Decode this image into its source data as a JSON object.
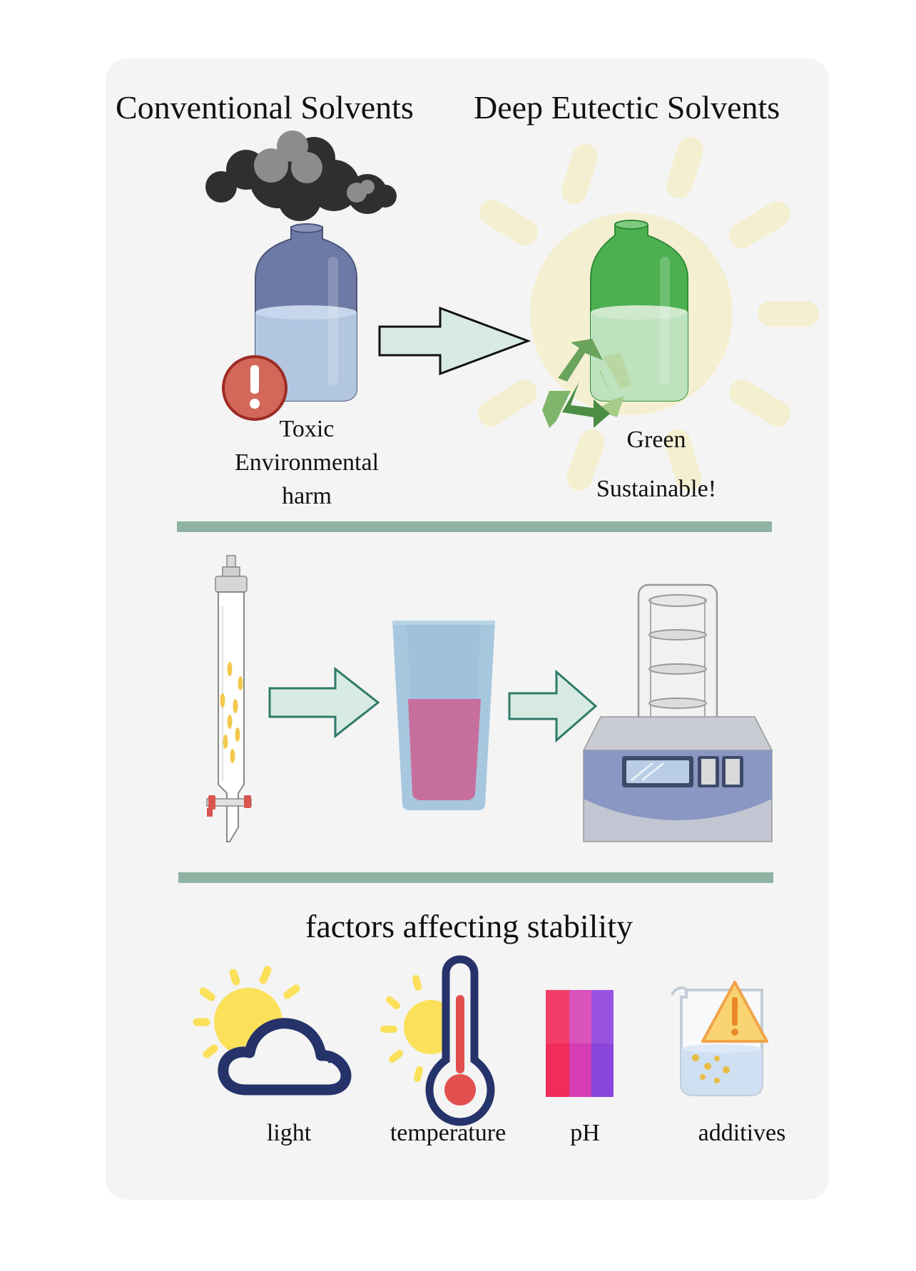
{
  "header": {
    "left_title": "Conventional Solvents",
    "right_title": "Deep Eutectic Solvents"
  },
  "conventional": {
    "labels": [
      "Toxic",
      "Environmental",
      "harm"
    ]
  },
  "des": {
    "labels": [
      "Green",
      "Sustainable!"
    ]
  },
  "stability": {
    "title": "factors affecting stability",
    "factors": [
      {
        "label": "light",
        "icon": "sun-cloud-icon"
      },
      {
        "label": "temperature",
        "icon": "thermometer-icon"
      },
      {
        "label": "pH",
        "icon": "ph-strip-icon"
      },
      {
        "label": "additives",
        "icon": "beaker-warning-icon"
      }
    ]
  },
  "colors": {
    "panel": "#f4f4f4",
    "divider": "#8fb3a3",
    "arrow_fill": "#d7ebe2",
    "arrow_stroke": "#2e7a6a",
    "toxic_bottle": "#6e7aa6",
    "green_bottle": "#4caf50",
    "warning_red": "#d2675a",
    "sun_glow": "#f6efcf"
  }
}
